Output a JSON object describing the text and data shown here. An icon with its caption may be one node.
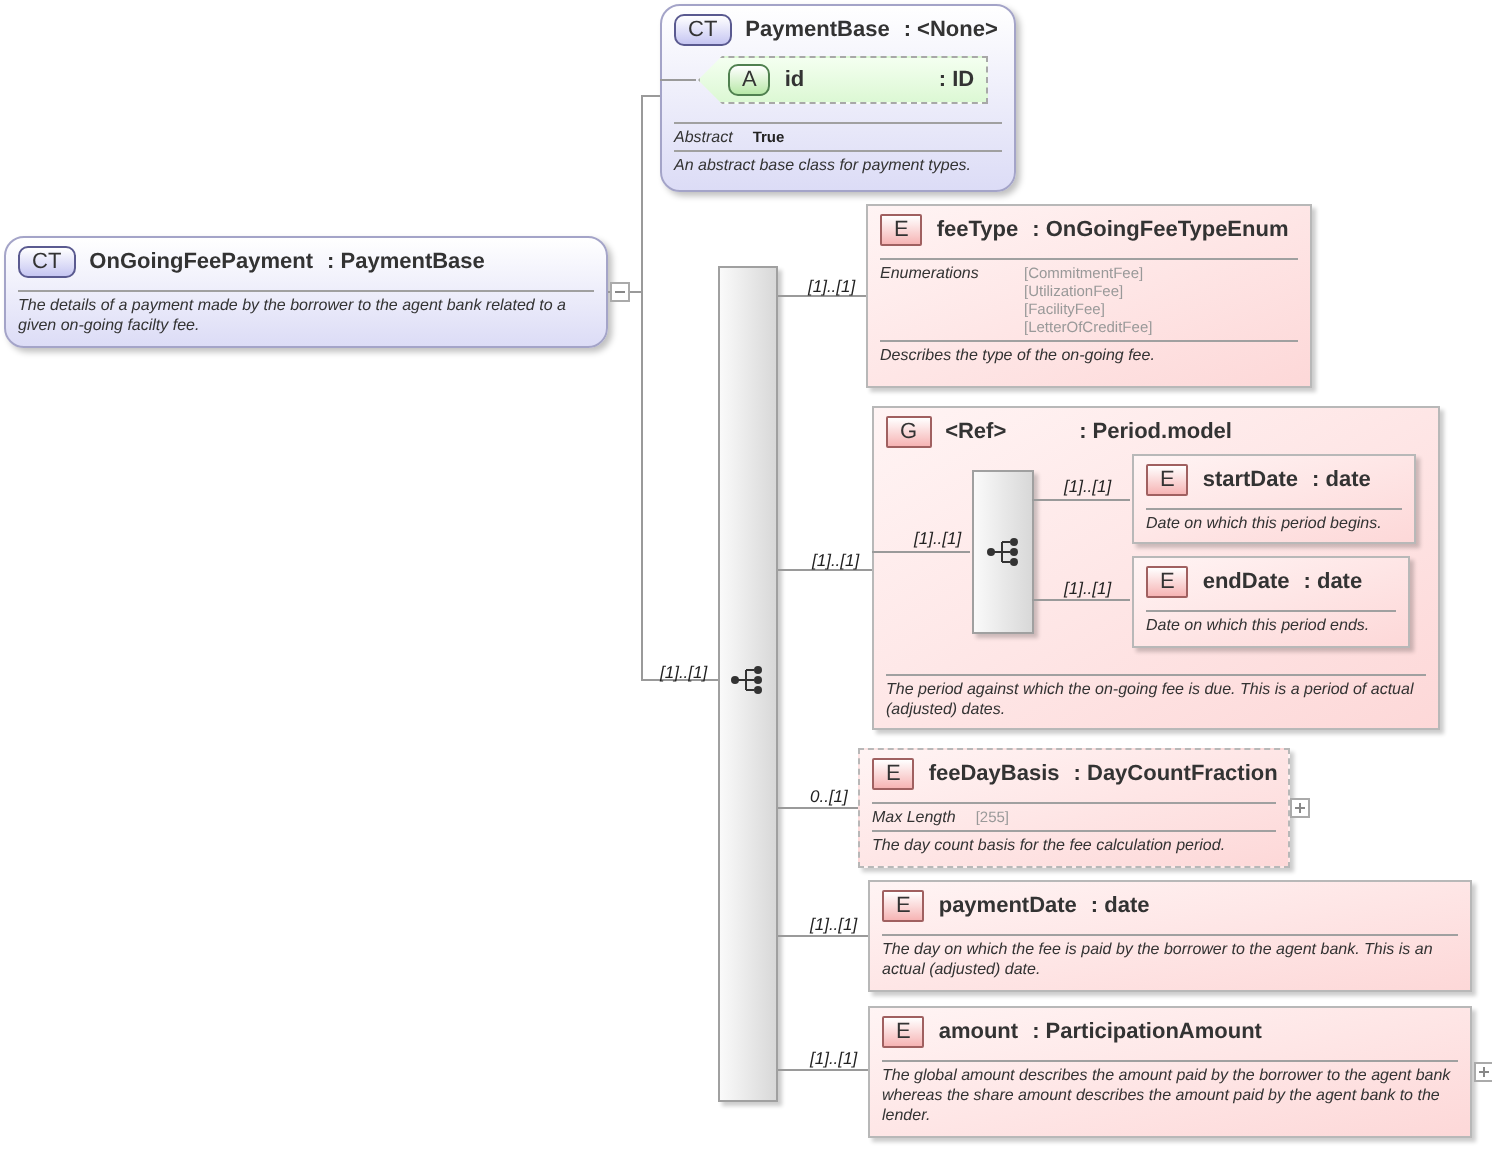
{
  "diagram": {
    "nodes": [
      {
        "text": [
          "CT",
          "OnGoingFeePayment",
          ": PaymentBase",
          "The details of a payment made by the borrower to the agent bank related to a given on-going facilty fee."
        ]
      },
      {
        "text": [
          "CT",
          "PaymentBase",
          ": <None>",
          "Abstract",
          "True",
          "An abstract base class for payment types."
        ]
      },
      {
        "text": [
          "A",
          "id",
          ": ID"
        ],
        "in": 1
      },
      {
        "text": [],
        "shape": "bar"
      },
      {
        "text": [
          "E",
          "feeType",
          ": OnGoingFeeTypeEnum",
          "Enumerations",
          "[CommitmentFee]",
          "[UtilizationFee]",
          "[FacilityFee]",
          "[LetterOfCreditFee]",
          "Describes the type of the on-going fee."
        ]
      },
      {
        "text": [
          "G",
          "<Ref>",
          ": Period.model",
          "The period against which the on-going fee is due. This is a period of actual (adjusted) dates."
        ]
      },
      {
        "text": [],
        "shape": "bar",
        "in": 5
      },
      {
        "text": [
          "E",
          "startDate",
          ": date",
          "Date on which this period begins."
        ],
        "in": 5
      },
      {
        "text": [
          "E",
          "endDate",
          ": date",
          "Date on which this period ends."
        ],
        "in": 5
      },
      {
        "text": [
          "E",
          "feeDayBasis",
          ": DayCountFraction",
          "Max Length",
          "[255]",
          "The day count basis for the fee calculation period."
        ]
      },
      {
        "text": [
          "E",
          "paymentDate",
          ": date",
          "The day on which the fee is paid by the borrower to the agent bank. This is an actual (adjusted) date."
        ]
      },
      {
        "text": [
          "E",
          "amount",
          ": ParticipationAmount",
          "The global amount describes the amount paid by the borrower to the agent bank whereas the share amount describes the amount paid by the agent bank to the lender."
        ]
      }
    ],
    "edges": [
      {
        "from": 0,
        "to": 1,
        "arrow": "none"
      },
      {
        "from": 0,
        "to": 3,
        "arrow": "none",
        "label": "[1]..[1]"
      },
      {
        "from": 1,
        "to": 2,
        "arrow": "none"
      },
      {
        "from": 3,
        "to": 4,
        "arrow": "none",
        "label": "[1]..[1]"
      },
      {
        "from": 3,
        "to": 5,
        "arrow": "none",
        "label": "[1]..[1]"
      },
      {
        "from": 5,
        "to": 6,
        "arrow": "none",
        "label": "[1]..[1]"
      },
      {
        "from": 6,
        "to": 7,
        "arrow": "none",
        "label": "[1]..[1]"
      },
      {
        "from": 6,
        "to": 8,
        "arrow": "none",
        "label": "[1]..[1]"
      },
      {
        "from": 3,
        "to": 9,
        "arrow": "none",
        "label": "0..[1]"
      },
      {
        "from": 3,
        "to": 10,
        "arrow": "none",
        "label": "[1]..[1]"
      },
      {
        "from": 3,
        "to": 11,
        "arrow": "none",
        "label": "[1]..[1]"
      }
    ]
  }
}
